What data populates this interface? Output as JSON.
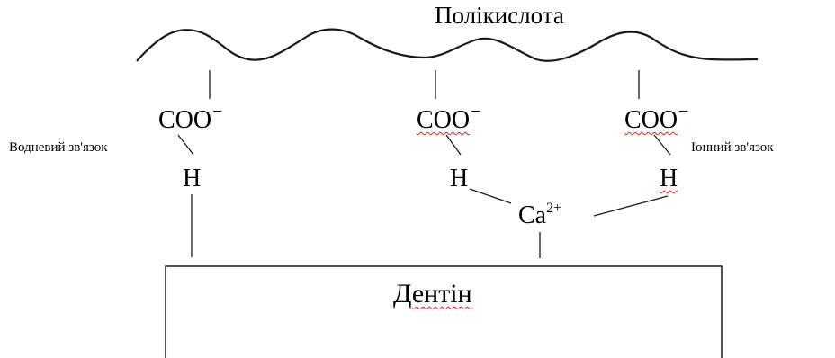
{
  "polyacid_label": "Полікислота",
  "carboxyl": {
    "group": "COO",
    "charge": "−"
  },
  "hydrogen": "H",
  "calcium": {
    "symbol": "Ca",
    "charge": "2+"
  },
  "hydrogen_bond_label": "Водневий зв'язок",
  "ionic_bond_label": "Іонний зв'язок",
  "dentin_label": "Дентін",
  "colors": {
    "line": "#1a1a1a",
    "spellcheck_underline": "#e02020"
  }
}
